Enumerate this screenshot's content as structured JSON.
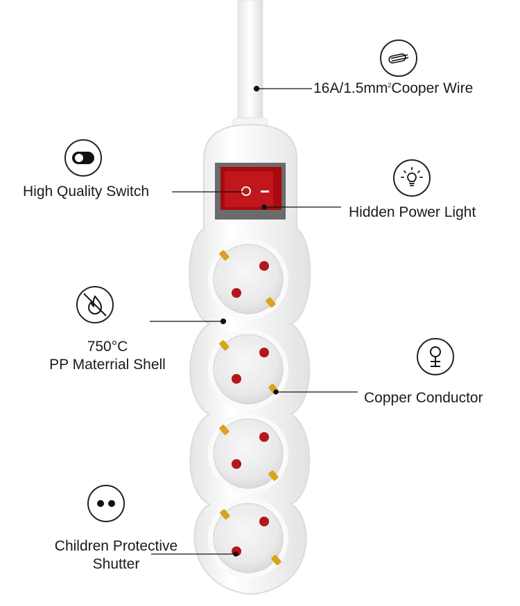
{
  "colors": {
    "switch_red": "#c0161c",
    "pin_red": "#b3161b",
    "earth_clip": "#d9a41c",
    "line": "#111111"
  },
  "features": {
    "wire": {
      "text": "16A/1.5mm",
      "sup": "2",
      "rest": "Cooper Wire",
      "icon": "wire-cable-icon"
    },
    "switch": {
      "text": "High Quality Switch",
      "icon": "toggle-switch-icon"
    },
    "light": {
      "text": "Hidden Power Light",
      "icon": "light-bulb-icon"
    },
    "shell": {
      "line1": "750°C",
      "line2": "PP Materrial Shell",
      "icon": "no-fire-icon"
    },
    "conductor": {
      "text": "Copper Conductor",
      "icon": "copper-symbol-icon"
    },
    "shutter": {
      "line1": "Children Protective",
      "line2": "Shutter",
      "icon": "shutter-holes-icon"
    }
  },
  "product": {
    "sockets": 4
  }
}
